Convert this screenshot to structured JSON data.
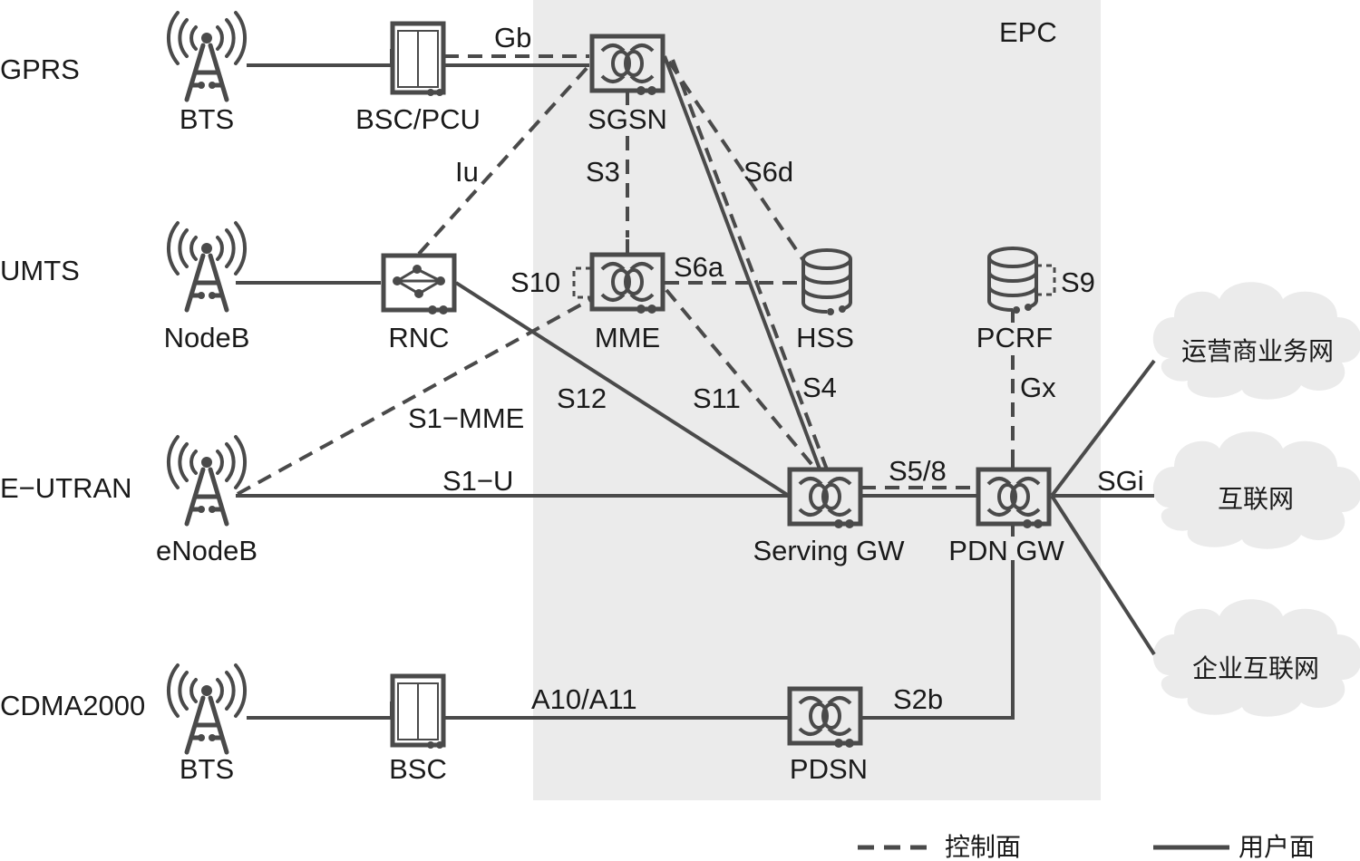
{
  "title": "EPC network architecture",
  "colors": {
    "epc_background": "#ebebeb",
    "cloud_fill": "#ebebeb",
    "line": "#4a4a4a",
    "text": "#1a1a1a"
  },
  "region": {
    "label": "EPC"
  },
  "access_networks": [
    {
      "id": "gprs",
      "label": "GPRS"
    },
    {
      "id": "umts",
      "label": "UMTS"
    },
    {
      "id": "eutran",
      "label": "E−UTRAN"
    },
    {
      "id": "cdma",
      "label": "CDMA2000"
    }
  ],
  "nodes": {
    "bts_gprs": {
      "label": "BTS",
      "icon": "antenna-tower-icon"
    },
    "bsc_pcu": {
      "label": "BSC/PCU",
      "icon": "cabinet-icon"
    },
    "sgsn": {
      "label": "SGSN",
      "icon": "switch-icon"
    },
    "nodeb": {
      "label": "NodeB",
      "icon": "antenna-tower-icon"
    },
    "rnc": {
      "label": "RNC",
      "icon": "network-controller-icon"
    },
    "mme": {
      "label": "MME",
      "icon": "switch-icon"
    },
    "hss": {
      "label": "HSS",
      "icon": "database-icon"
    },
    "pcrf": {
      "label": "PCRF",
      "icon": "database-icon"
    },
    "enodeb": {
      "label": "eNodeB",
      "icon": "antenna-tower-icon"
    },
    "sgw": {
      "label": "Serving GW",
      "icon": "switch-icon"
    },
    "pgw": {
      "label": "PDN GW",
      "icon": "switch-icon"
    },
    "bts_cdma": {
      "label": "BTS",
      "icon": "antenna-tower-icon"
    },
    "bsc": {
      "label": "BSC",
      "icon": "cabinet-icon"
    },
    "pdsn": {
      "label": "PDSN",
      "icon": "switch-icon"
    }
  },
  "clouds": [
    {
      "id": "operator",
      "label": "运营商业务网"
    },
    {
      "id": "internet",
      "label": "互联网"
    },
    {
      "id": "enterprise",
      "label": "企业互联网"
    }
  ],
  "interfaces": [
    {
      "label": "Gb",
      "from": "bsc_pcu",
      "to": "sgsn",
      "plane": [
        "control",
        "user"
      ]
    },
    {
      "label": "Iu",
      "from": "rnc",
      "to": "sgsn",
      "plane": [
        "control"
      ]
    },
    {
      "label": "S3",
      "from": "sgsn",
      "to": "mme",
      "plane": [
        "control"
      ]
    },
    {
      "label": "S6d",
      "from": "sgsn",
      "to": "hss",
      "plane": [
        "control"
      ]
    },
    {
      "label": "S4",
      "from": "sgsn",
      "to": "sgw",
      "plane": [
        "control",
        "user"
      ]
    },
    {
      "label": "S10",
      "from": "mme",
      "to": "mme",
      "plane": [
        "control"
      ]
    },
    {
      "label": "S6a",
      "from": "mme",
      "to": "hss",
      "plane": [
        "control"
      ]
    },
    {
      "label": "S11",
      "from": "mme",
      "to": "sgw",
      "plane": [
        "control"
      ]
    },
    {
      "label": "S12",
      "from": "rnc",
      "to": "sgw",
      "plane": [
        "user"
      ]
    },
    {
      "label": "S1−MME",
      "from": "enodeb",
      "to": "mme",
      "plane": [
        "control"
      ]
    },
    {
      "label": "S1−U",
      "from": "enodeb",
      "to": "sgw",
      "plane": [
        "user"
      ]
    },
    {
      "label": "S9",
      "from": "pcrf",
      "to": "pcrf",
      "plane": [
        "control"
      ]
    },
    {
      "label": "Gx",
      "from": "pcrf",
      "to": "pgw",
      "plane": [
        "control"
      ]
    },
    {
      "label": "S5/8",
      "from": "sgw",
      "to": "pgw",
      "plane": [
        "control",
        "user"
      ]
    },
    {
      "label": "SGi",
      "from": "pgw",
      "to": "clouds",
      "plane": [
        "user"
      ]
    },
    {
      "label": "A10/A11",
      "from": "bsc",
      "to": "pdsn",
      "plane": [
        "user"
      ]
    },
    {
      "label": "S2b",
      "from": "pdsn",
      "to": "pgw",
      "plane": [
        "user"
      ]
    }
  ],
  "legend": {
    "control": "控制面",
    "user": "用户面"
  }
}
